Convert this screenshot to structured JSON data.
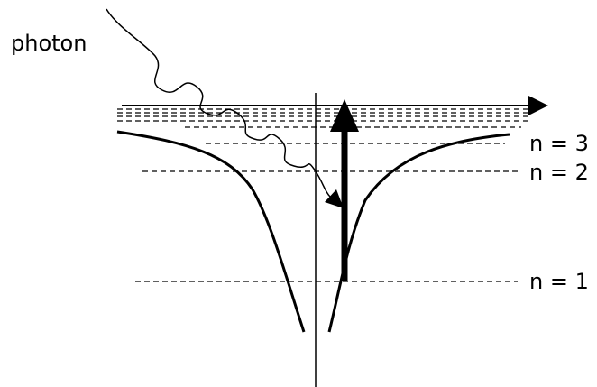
{
  "diagram": {
    "photon_label": "photon",
    "levels": [
      {
        "label": "n = 3"
      },
      {
        "label": "n = 2"
      },
      {
        "label": "n = 1"
      }
    ],
    "colors": {
      "ink": "#000000",
      "background": "#ffffff"
    }
  }
}
